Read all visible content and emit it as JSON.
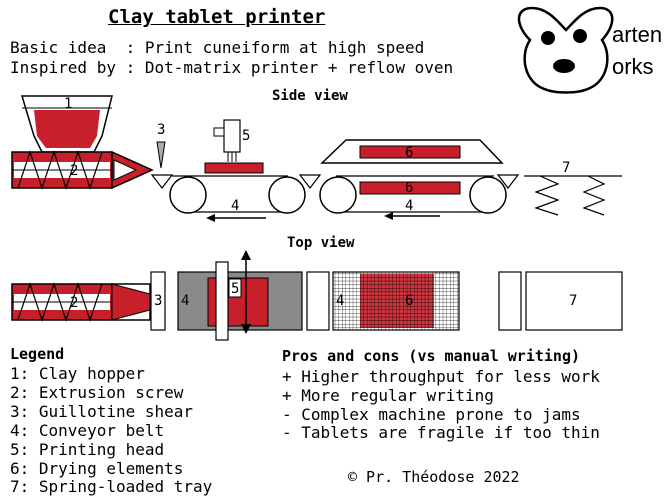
{
  "title": "Clay tablet printer",
  "basic_idea": "Basic idea  : Print cuneiform at high speed",
  "inspired_by": "Inspired by : Dot-matrix printer + reflow oven",
  "logo": {
    "line1": "arten",
    "line2": "orks"
  },
  "side_view": {
    "heading": "Side view",
    "labels": {
      "hopper": "1",
      "screw": "2",
      "shear": "3",
      "belt_a": "4",
      "belt_b": "4",
      "head": "5",
      "dryer_top": "6",
      "dryer_bottom": "6",
      "tray": "7"
    }
  },
  "top_view": {
    "heading": "Top view",
    "labels": {
      "screw": "2",
      "shear": "3",
      "belt": "4",
      "head": "5",
      "dryer_belt": "4",
      "dryer": "6",
      "tray": "7"
    }
  },
  "legend": {
    "heading": "Legend",
    "items": [
      "1: Clay hopper",
      "2: Extrusion screw",
      "3: Guillotine shear",
      "4: Conveyor belt",
      "5: Printing head",
      "6: Drying elements",
      "7: Spring-loaded tray"
    ]
  },
  "pros_cons": {
    "heading": "Pros and cons (vs manual writing)",
    "items": [
      "+ Higher throughput for less work",
      "+ More regular writing",
      "- Complex machine prone to jams",
      "- Tablets are fragile if too thin"
    ]
  },
  "copyright": "© Pr. Théodose 2022",
  "colors": {
    "clay": "#c8202a",
    "belt_top": "#8a8a8a",
    "outline": "#000000"
  }
}
